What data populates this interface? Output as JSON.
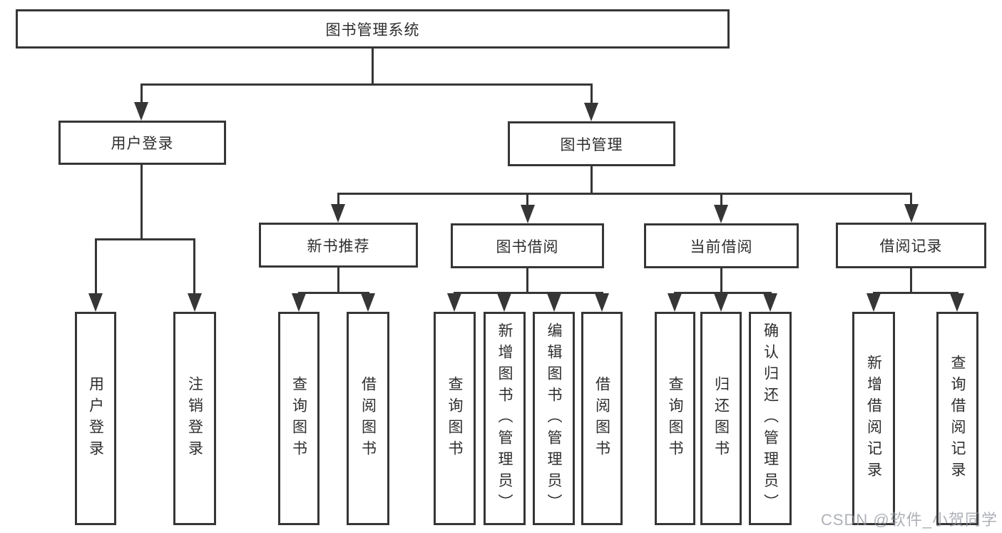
{
  "diagram": {
    "root": {
      "label": "图书管理系统"
    },
    "level2": {
      "user_login": {
        "label": "用户登录"
      },
      "book_management": {
        "label": "图书管理"
      }
    },
    "level3": {
      "new_book_recommend": {
        "label": "新书推荐"
      },
      "book_borrow": {
        "label": "图书借阅"
      },
      "current_borrow": {
        "label": "当前借阅"
      },
      "borrow_records": {
        "label": "借阅记录"
      }
    },
    "leaves": {
      "user_login": {
        "items": [
          "用户登录",
          "注销登录"
        ]
      },
      "new_book_recommend": {
        "items": [
          "查询图书",
          "借阅图书"
        ]
      },
      "book_borrow": {
        "items": [
          "查询图书",
          "新增图书（管理员）",
          "编辑图书（管理员）",
          "借阅图书"
        ]
      },
      "current_borrow": {
        "items": [
          "查询图书",
          "归还图书",
          "确认归还（管理员）"
        ]
      },
      "borrow_records": {
        "items": [
          "新增借阅记录",
          "查询借阅记录"
        ]
      }
    },
    "colors": {
      "line": "#363636",
      "box_border": "#363636",
      "text": "#2e2e2e",
      "background": "#ffffff",
      "watermark": "#9196a0"
    },
    "watermark": "CSDN @软件_小贺同学"
  }
}
